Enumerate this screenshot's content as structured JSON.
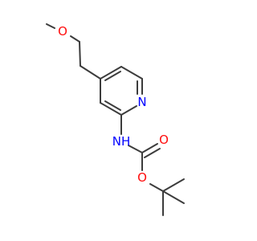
{
  "molecule": {
    "colors": {
      "bond": "#3c3c3c",
      "oxygen": "#ff0d0d",
      "nitrogen": "#0000ff",
      "carbon": "#3c3c3c"
    },
    "labels": {
      "methoxy_o": "O",
      "ring_n": "N",
      "amide_nh": "NH",
      "carbonyl_o": "O",
      "ester_o": "O"
    }
  }
}
